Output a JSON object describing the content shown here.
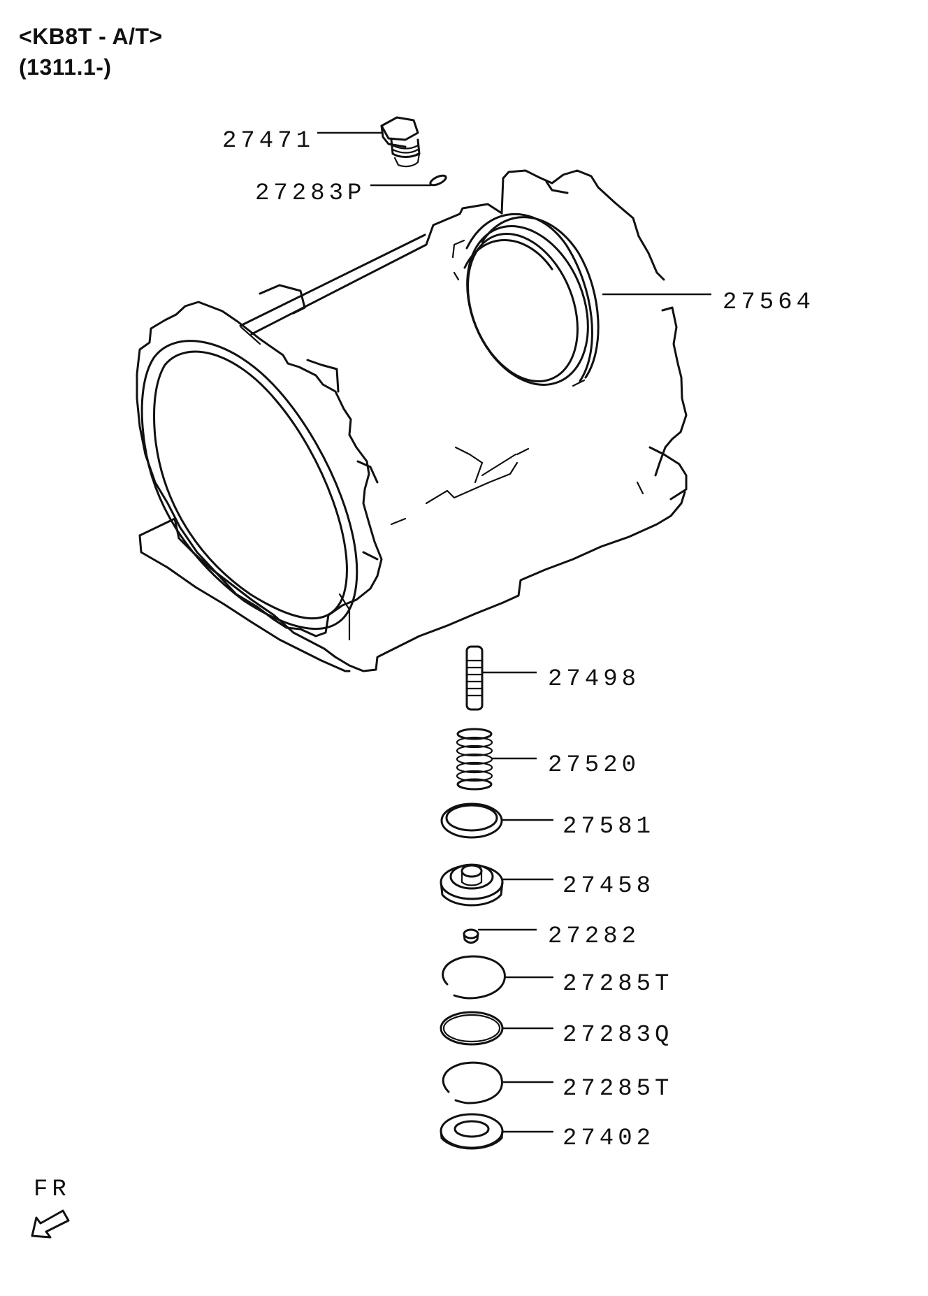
{
  "header": {
    "model": "<KB8T - A/T>",
    "date_range": "(1311.1-)"
  },
  "parts": [
    {
      "key": "drain_plug",
      "number": "27471"
    },
    {
      "key": "plug_gasket",
      "number": "27283P"
    },
    {
      "key": "case_seal_ring",
      "number": "27564"
    },
    {
      "key": "accumulator_pin",
      "number": "27498"
    },
    {
      "key": "accumulator_spring",
      "number": "27520"
    },
    {
      "key": "piston_seal_ring",
      "number": "27581"
    },
    {
      "key": "accumulator_piston",
      "number": "27458"
    },
    {
      "key": "small_plug",
      "number": "27282"
    },
    {
      "key": "snap_ring_upper",
      "number": "27285T"
    },
    {
      "key": "o_ring",
      "number": "27283Q"
    },
    {
      "key": "snap_ring_lower",
      "number": "27285T"
    },
    {
      "key": "retainer_cover",
      "number": "27402"
    }
  ],
  "orientation": {
    "label": "FR",
    "icon": "front-direction-arrow-icon"
  }
}
